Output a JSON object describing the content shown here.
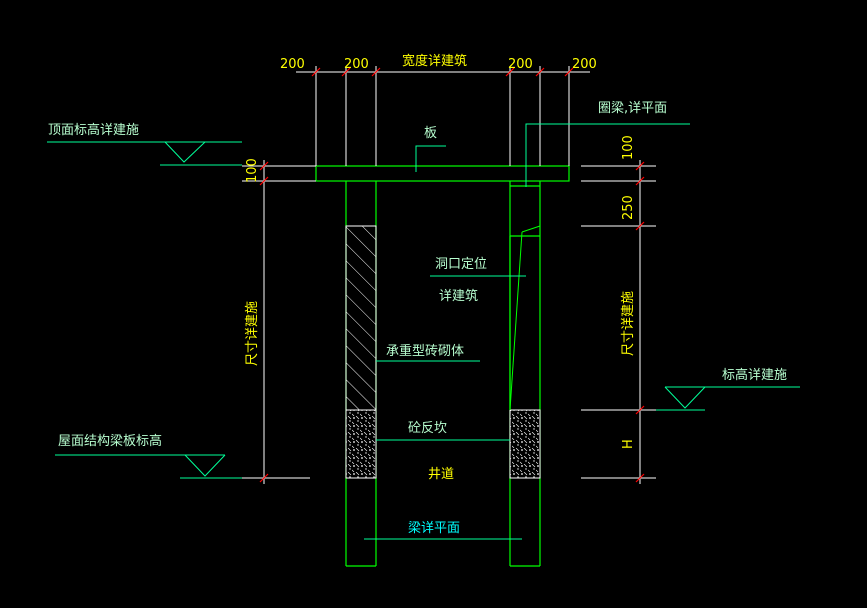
{
  "colors": {
    "background": "#000000",
    "wall": "#00ff00",
    "dimension_line": "#ffffff",
    "dimension_tick": "#ff0000",
    "dimension_text": "#ffff00",
    "leader_line": "#00ff99",
    "annotation_text": "#b8ffd0",
    "highlight_text": "#00ffff"
  },
  "top_dimensions": {
    "left_outer": "200",
    "left_inner": "200",
    "width_note": "宽度详建筑",
    "right_inner": "200",
    "right_outer": "200"
  },
  "left_dimensions": {
    "slab_thickness": "100",
    "height_note": "尺寸详建施"
  },
  "right_dimensions": {
    "slab_thickness": "100",
    "ring_beam_depth": "250",
    "height_note": "尺寸详建施",
    "curb_height": "H"
  },
  "annotations": {
    "top_elevation": "顶面标高详建施",
    "ring_beam": "圈梁,详平面",
    "slab": "板",
    "opening_position": "洞口定位",
    "opening_detail": "详建筑",
    "masonry": "承重型砖砌体",
    "right_elevation": "标高详建施",
    "concrete_curb": "砼反坎",
    "roof_beam_elevation": "屋面结构梁板标高",
    "shaft": "井道",
    "beam_detail": "梁详平面"
  }
}
